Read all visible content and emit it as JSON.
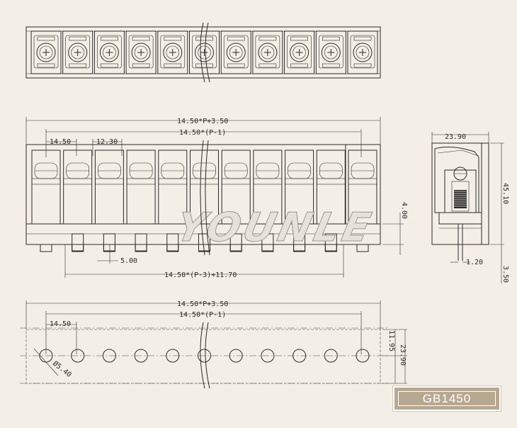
{
  "dimensions": {
    "overall_length": "14.50*P+3.50",
    "pitch_span": "14.50*(P-1)",
    "pitch": "14.50",
    "cell_width": "12.30",
    "pin_offset": "5.00",
    "pin_span": "14.50*(P-3)+11.70",
    "pin_length": "4.00",
    "depth": "23.90",
    "height": "45.10",
    "pin_thickness": "1.20",
    "pin_below": "3.50",
    "hole_diameter": "Ø5.40",
    "row_offset": "11.95",
    "footprint_depth": "23.90"
  },
  "watermark": "YOUNLE",
  "product_code": "GB1450"
}
